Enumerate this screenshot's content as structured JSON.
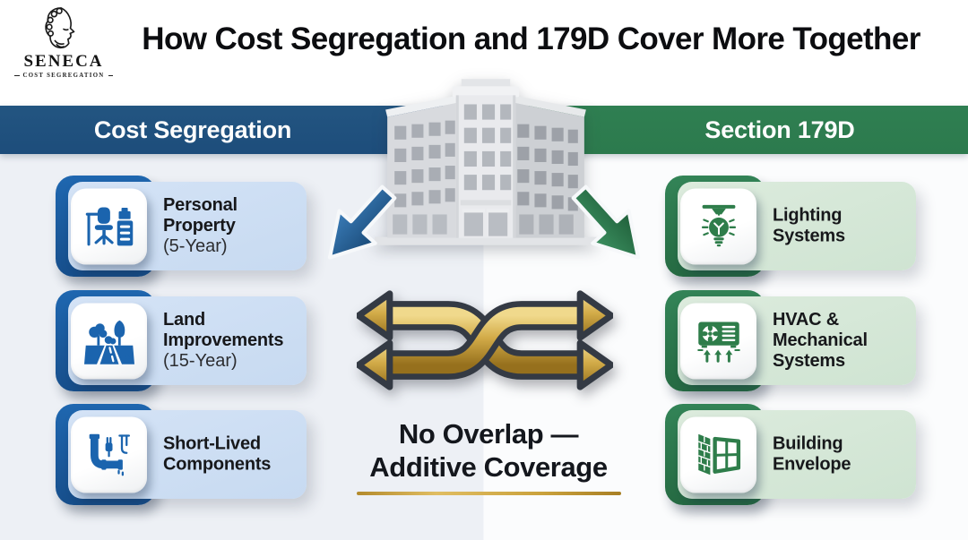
{
  "brand": {
    "name": "SENECA",
    "tagline": "COST SEGREGATION"
  },
  "header": {
    "title": "How Cost Segregation and 179D Cover More Together"
  },
  "left_column": {
    "header": "Cost Segregation",
    "accent_color": "#1d4d7b",
    "card_color": "#cfe0f3",
    "items": [
      {
        "title": "Personal Property",
        "subtitle": "(5-Year)",
        "icon": "office-desk-chair-icon"
      },
      {
        "title": "Land Improvements",
        "subtitle": "(15-Year)",
        "icon": "trees-road-icon"
      },
      {
        "title": "Short-Lived Components",
        "subtitle": "",
        "icon": "plumbing-electrical-icon"
      }
    ]
  },
  "right_column": {
    "header": "Section 179D",
    "accent_color": "#2c7a4d",
    "card_color": "#d8e9da",
    "items": [
      {
        "title": "Lighting Systems",
        "icon": "lightbulb-icon"
      },
      {
        "title": "HVAC & Mechanical Systems",
        "icon": "hvac-unit-icon"
      },
      {
        "title": "Building Envelope",
        "icon": "brick-wall-window-icon"
      }
    ]
  },
  "center": {
    "illustration": "office-building",
    "caption_line1": "No Overlap —",
    "caption_line2": "Additive Coverage",
    "gold_color": "#c9a23f"
  }
}
